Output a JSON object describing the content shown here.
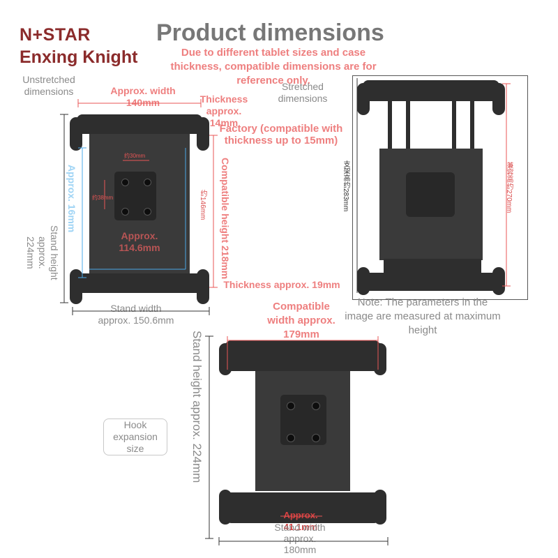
{
  "brand": {
    "line1": "N+STAR",
    "line2": "Enxing Knight"
  },
  "title": "Product dimensions",
  "note": "Due to different tablet sizes and case thickness, compatible dimensions are for reference only.",
  "panel_unstretched": {
    "label": "Unstretched dimensions",
    "width_label": "Approx. width 140mm",
    "thickness_top": "Thickness approx. 14mm",
    "factory_note": "Factory (compatible with thickness up to 15mm)",
    "compatible_height": "Compatible height 218mm",
    "inner_height": "约146mm",
    "left_height": "Approx. 16mm",
    "stand_height": "Stand height approx. 224mm",
    "center_label": "Approx. 114.6mm",
    "hole_spacing_h": "约30mm",
    "hole_spacing_v": "约38mm",
    "thickness_bottom": "Thickness approx. 19mm",
    "stand_width": "Stand width approx. 150.6mm"
  },
  "panel_stretched": {
    "label": "Stretched dimensions",
    "support_height": "支架高约283mm",
    "compatible_height": "兼容高约270mm",
    "note": "Note: The parameters in the image are measured at maximum height"
  },
  "panel_hook": {
    "label": "Hook expansion size",
    "compatible_width": "Compatible width approx. 179mm",
    "stand_height": "Stand height approx. 224mm",
    "bottom_label": "Approx. 41.1mm",
    "stand_width": "Stand width approx. 180mm"
  }
}
